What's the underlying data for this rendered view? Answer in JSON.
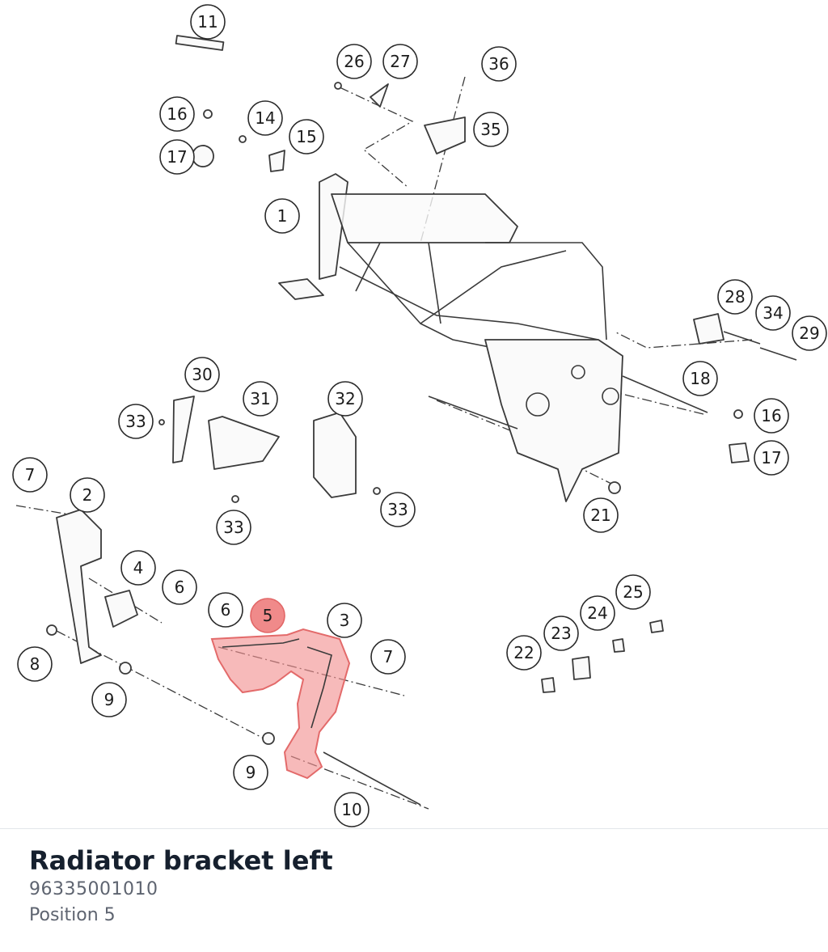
{
  "diagram": {
    "highlight_color": "#f08a8a",
    "selected_position": "5",
    "labels": [
      "11",
      "26",
      "27",
      "36",
      "16",
      "14",
      "15",
      "35",
      "17",
      "1",
      "28",
      "34",
      "29",
      "30",
      "31",
      "32",
      "18",
      "33",
      "16",
      "17",
      "33",
      "33",
      "21",
      "7",
      "2",
      "4",
      "6",
      "6",
      "5",
      "3",
      "7",
      "8",
      "25",
      "24",
      "23",
      "22",
      "9",
      "9",
      "10"
    ]
  },
  "part": {
    "name": "Radiator bracket left",
    "number": "96335001010",
    "position": "Position 5"
  }
}
